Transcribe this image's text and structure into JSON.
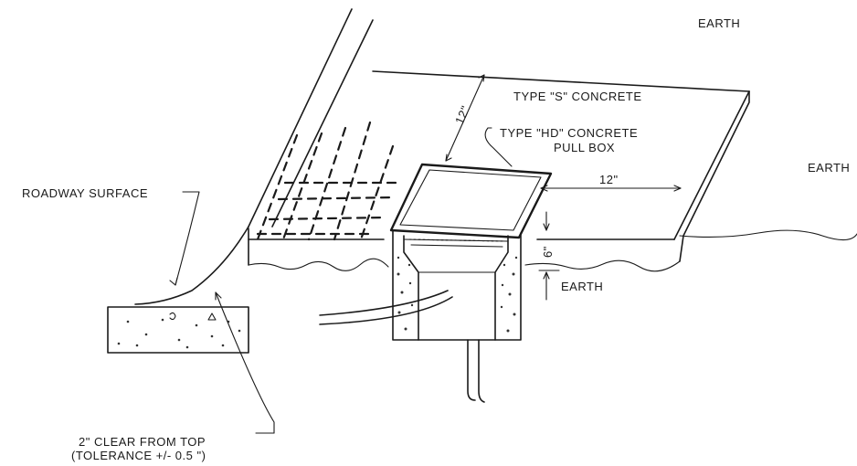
{
  "labels": {
    "earth_top": "EARTH",
    "earth_right": "EARTH",
    "earth_box": "EARTH",
    "type_s": "TYPE \"S\" CONCRETE",
    "type_hd_1": "TYPE \"HD\"  CONCRETE",
    "type_hd_2": "PULL  BOX",
    "roadway": "ROADWAY SURFACE",
    "dim_12_diag": "12\"",
    "dim_12_horiz": "12\"",
    "dim_6": "6\"",
    "clear_1": "2\" CLEAR FROM TOP",
    "clear_2": "(TOLERANCE +/- 0.5 \")"
  }
}
